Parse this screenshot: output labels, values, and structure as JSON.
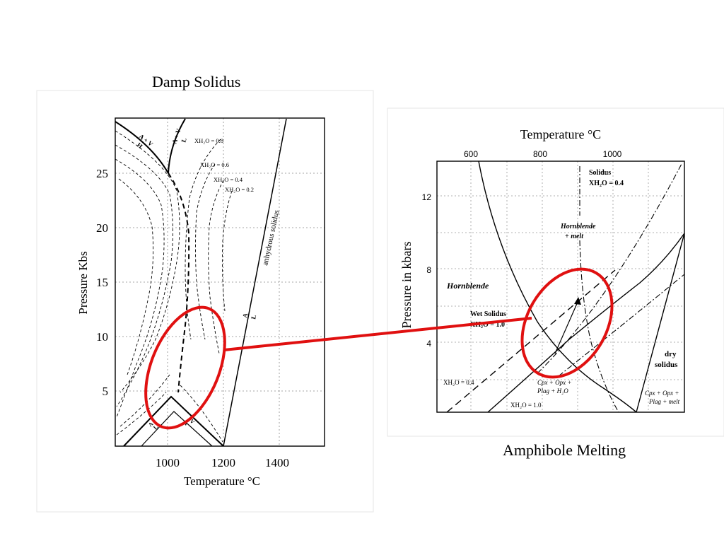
{
  "slide": {
    "left_title": "Damp Solidus",
    "right_title": "Amphibole Melting"
  },
  "left_diagram": {
    "x_label": "Temperature °C",
    "y_label": "Pressure Kbs",
    "x_ticks": [
      "1000",
      "1200",
      "1400"
    ],
    "y_ticks": [
      "5",
      "10",
      "15",
      "20",
      "25"
    ],
    "curve_labels": {
      "xh2o_08": "XH₂O = 0.8",
      "xh2o_06": "XH₂O = 0.6",
      "xh2o_04": "XH₂O = 0.4",
      "xh2o_02": "XH₂O = 0.2",
      "anhydrous": "anhydrous solidus",
      "a_v_top": "A + V",
      "l_top": "L",
      "a_v_left": "A + V",
      "h_left": "H",
      "a_right": "A",
      "l_right": "L",
      "a_bottom": "A",
      "l_bottom": "L",
      "a_bottom2": "A",
      "v_bottom": "V"
    }
  },
  "right_diagram": {
    "x_label": "Temperature °C",
    "y_label": "Pressure in kbars",
    "x_ticks": [
      "600",
      "800",
      "1000"
    ],
    "y_ticks": [
      "4",
      "8",
      "12"
    ],
    "labels": {
      "solidus_1": "Solidus",
      "solidus_2": "XH₂O = 0.4",
      "hornblende_melt_1": "Hornblende",
      "hornblende_melt_2": "+ melt",
      "hornblende": "Hornblende",
      "wet_solidus_1": "Wet Solidus",
      "wet_solidus_2": "XH₂O = 1.0",
      "xh2o_04": "XH₂O = 0.4",
      "xh2o_10": "XH₂O = 1.0",
      "cpx_1": "Cpx + Opx +",
      "cpx_2": "Plag + H₂O",
      "dry_1": "dry",
      "dry_2": "solidus",
      "cpx_melt_1": "Cpx + Opx +",
      "cpx_melt_2": "Plag + melt"
    }
  },
  "colors": {
    "highlight": "#e01010",
    "grid": "#888888"
  }
}
